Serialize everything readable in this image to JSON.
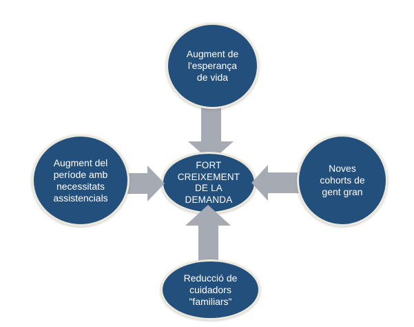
{
  "diagram": {
    "type": "converging-arrows",
    "background": "#FFFFFF",
    "palette": {
      "node_fill": "#234F7C",
      "node_border": "#EDE9DD",
      "arrow_fill": "#A6AAB2",
      "text_color": "#FFFFFF"
    },
    "center_node": {
      "label": "FORT CREIXEMENT DE LA DEMANDA",
      "lines": [
        "FORT",
        "CREIXEMENT",
        "DE LA",
        "DEMANDA"
      ]
    },
    "outer_nodes": [
      {
        "id": "top",
        "label": "Augment de l'esperança de vida",
        "lines": [
          "Augment de",
          "l'esperança",
          "de vida"
        ],
        "arrow_direction": "down"
      },
      {
        "id": "left",
        "label": "Augment del període amb necessitats assistencials",
        "lines": [
          "Augment del",
          "període amb",
          "necessitats",
          "assistencials"
        ],
        "arrow_direction": "right"
      },
      {
        "id": "right",
        "label": "Noves cohorts de gent gran",
        "lines": [
          "Noves",
          "cohorts de",
          "gent gran"
        ],
        "arrow_direction": "left"
      },
      {
        "id": "bottom",
        "label": "Reducció de cuidadors \"familiars\"",
        "lines": [
          "Reducció de",
          "cuidadors",
          "\"familiars\""
        ],
        "arrow_direction": "up"
      }
    ]
  }
}
